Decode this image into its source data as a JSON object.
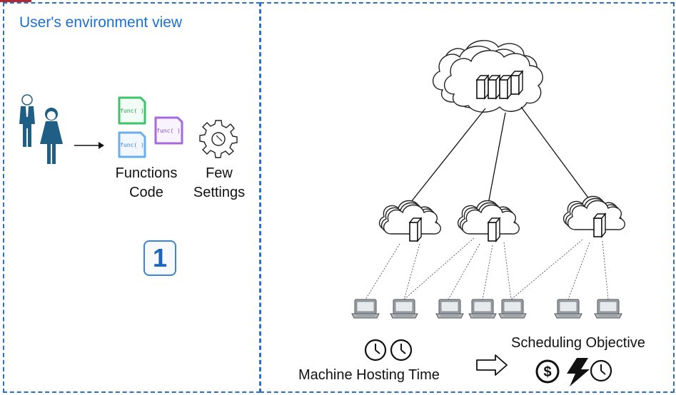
{
  "left_panel": {
    "title": "User's environment view",
    "functions_label_line1": "Functions",
    "functions_label_line2": "Code",
    "settings_label_line1": "Few",
    "settings_label_line2": "Settings",
    "step_number": "1",
    "func_file_text": "func( )"
  },
  "right_panel": {
    "hosting_time_label": "Machine Hosting Time",
    "objective_label": "Scheduling Objective",
    "cost_symbol": "$"
  },
  "colors": {
    "panel_border": "#2a6fc9",
    "title_blue": "#1c6fd6",
    "file_green": "#3cc46a",
    "file_blue": "#6aaef0",
    "file_purple": "#a66ae0",
    "person_teal": "#1f5f86",
    "badge_blue": "#1b63bd"
  }
}
